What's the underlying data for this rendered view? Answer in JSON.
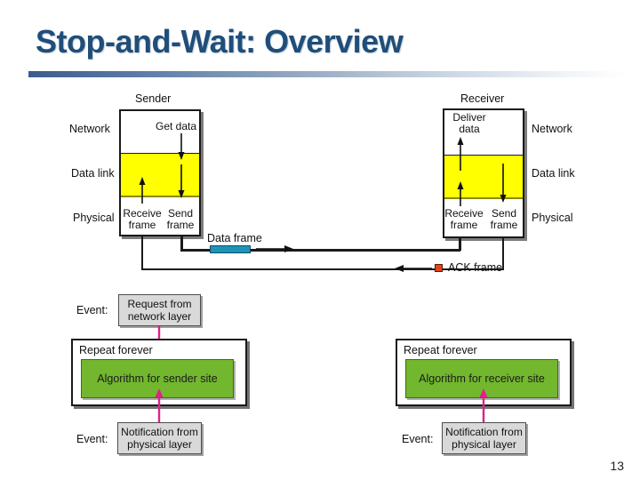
{
  "slide": {
    "title": "Stop-and-Wait: Overview",
    "page_number": "13",
    "title_color": "#1F4E79",
    "rule_color_start": "#3B5C8C",
    "rule_color_end": "#FFFFFF"
  },
  "diagram": {
    "sender": {
      "caption": "Sender",
      "layers": [
        "Network",
        "Data link",
        "Physical"
      ],
      "inner_labels": {
        "get_data": "Get data",
        "receive_frame_line1": "Receive",
        "receive_frame_line2": "frame",
        "send_frame_line1": "Send",
        "send_frame_line2": "frame"
      }
    },
    "receiver": {
      "caption": "Receiver",
      "layers": [
        "Network",
        "Data link",
        "Physical"
      ],
      "inner_labels": {
        "deliver_data_line1": "Deliver",
        "deliver_data_line2": "data",
        "receive_frame_line1": "Receive",
        "receive_frame_line2": "frame",
        "send_frame_line1": "Send",
        "send_frame_line2": "frame"
      }
    },
    "channel": {
      "data_frame_label": "Data frame",
      "ack_frame_label": "ACK frame",
      "data_frame_color": "#1E93B8",
      "ack_frame_color": "#E8401C",
      "band_color": "#FFFF00"
    },
    "sender_flow": {
      "event_word_top": "Event:",
      "event_top_line1": "Request from",
      "event_top_line2": "network layer",
      "repeat_title": "Repeat forever",
      "algorithm_label": "Algorithm for sender site",
      "event_word_bottom": "Event:",
      "event_bottom_line1": "Notification from",
      "event_bottom_line2": "physical layer",
      "algorithm_color": "#72B72E",
      "arrow_color": "#E0218A"
    },
    "receiver_flow": {
      "repeat_title": "Repeat forever",
      "algorithm_label": "Algorithm for receiver site",
      "event_word_bottom": "Event:",
      "event_bottom_line1": "Notification from",
      "event_bottom_line2": "physical layer",
      "algorithm_color": "#72B72E",
      "arrow_color": "#E0218A"
    }
  }
}
